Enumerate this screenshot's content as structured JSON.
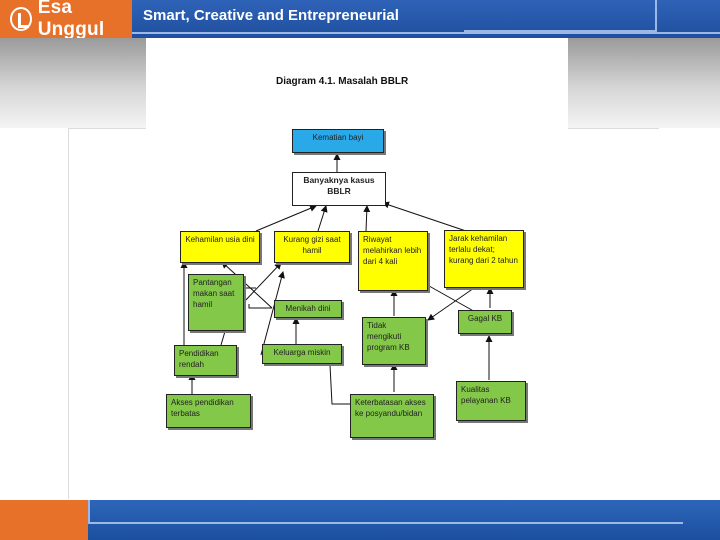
{
  "header": {
    "brand": "Esa Unggul",
    "tagline": "Smart, Creative and Entrepreneurial"
  },
  "diagram": {
    "title": "Diagram 4.1.  Masalah BBLR",
    "nodes": {
      "kematian_bayi": "Kematian bayi",
      "banyaknya_kasus_bblr": "Banyaknya kasus BBLR",
      "kehamilan_usia_dini": "Kehamilan usia dini",
      "kurang_gizi": "Kurang gizi saat hamil",
      "riwayat_melahirkan": "Riwayat melahirkan lebih dari 4 kali",
      "jarak_kehamilan": "Jarak kehamilan terlalu dekat; kurang dari 2 tahun",
      "pantangan_makan": "Pantangan makan saat hamil",
      "menikah_dini": "Menikah dini",
      "pendidikan_rendah": "Pendidikan rendah",
      "keluarga_miskin": "Keluarga miskin",
      "tidak_mengikuti_kb": "Tidak mengikuti program KB",
      "gagal_kb": "Gagal KB",
      "akses_pendidikan": "Akses pendidikan terbatas",
      "keterbatasan_akses": "Keterbatasan akses ke posyandu/bidan",
      "kualitas_pelayanan": "Kualitas pelayanan KB"
    }
  },
  "colors": {
    "header_blue": "#2f63b8",
    "brand_orange": "#e8712a",
    "node_blue": "#29a9e8",
    "node_yellow": "#ffff00",
    "node_green": "#84c84a"
  }
}
